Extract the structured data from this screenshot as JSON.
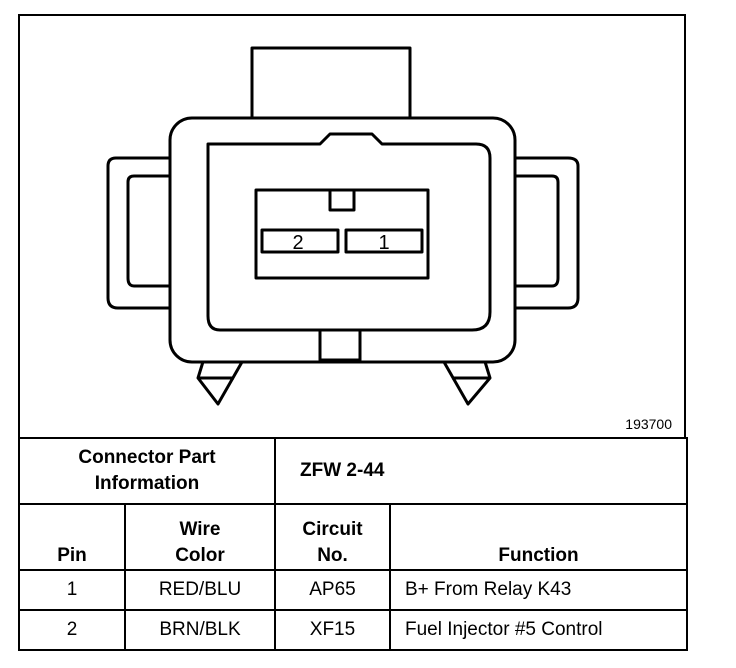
{
  "figure": {
    "id": "193700",
    "pins": [
      {
        "label": "2"
      },
      {
        "label": "1"
      }
    ]
  },
  "connector_info": {
    "label_line1": "Connector Part",
    "label_line2": "Information",
    "value": "ZFW 2-44"
  },
  "columns": {
    "pin": "Pin",
    "wire_color_1": "Wire",
    "wire_color_2": "Color",
    "circuit_1": "Circuit",
    "circuit_2": "No.",
    "function": "Function"
  },
  "rows": [
    {
      "pin": "1",
      "wire_color": "RED/BLU",
      "circuit": "AP65",
      "function": "B+ From Relay K43"
    },
    {
      "pin": "2",
      "wire_color": "BRN/BLK",
      "circuit": "XF15",
      "function": "Fuel Injector #5 Control"
    }
  ]
}
